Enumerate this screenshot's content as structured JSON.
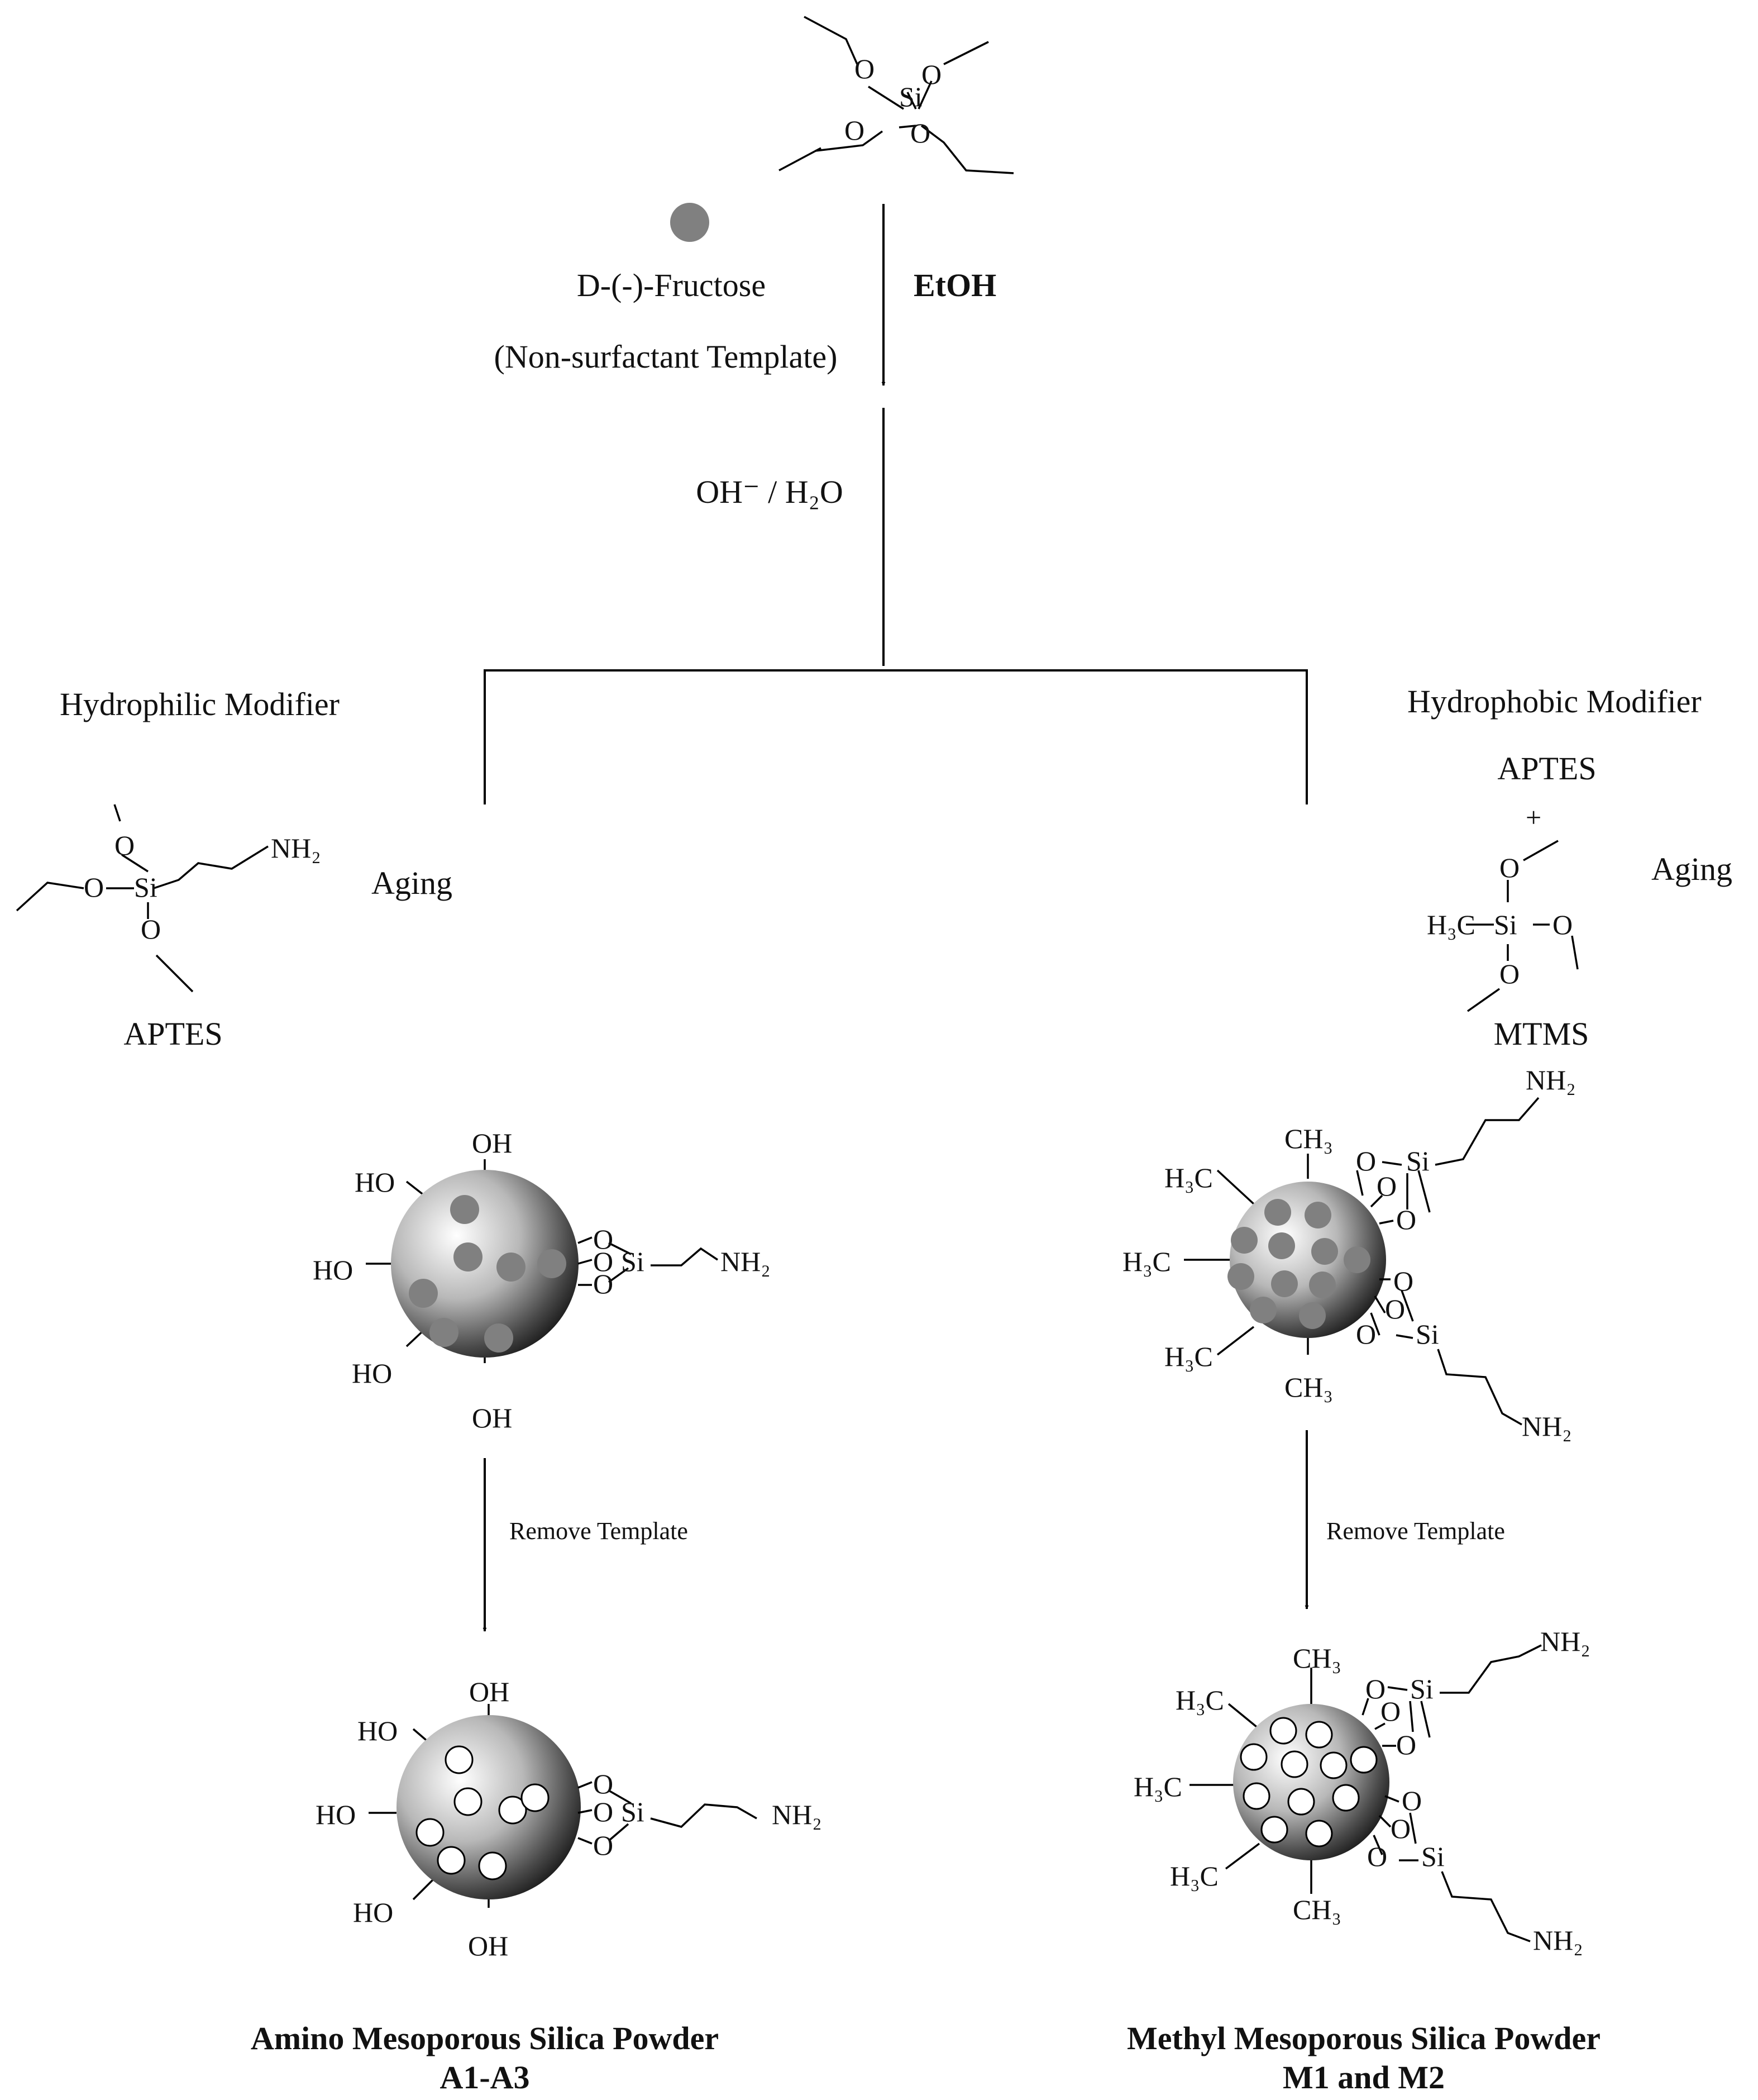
{
  "reagents": {
    "template_name": "D-(-)-Fructose",
    "template_note": "(Non-surfactant Template)",
    "solvent": "EtOH",
    "base": "OH⁻ / H₂O"
  },
  "left_branch": {
    "modifier_title": "Hydrophilic Modifier",
    "modifier_name": "APTES",
    "step": "Aging",
    "remove_step": "Remove Template",
    "product_title": "Amino Mesoporous Silica Powder",
    "product_code": "A1-A3"
  },
  "right_branch": {
    "modifier_title": "Hydrophobic Modifier",
    "modifier_name_1": "APTES",
    "plus": "+",
    "modifier_name_2": "MTMS",
    "step": "Aging",
    "remove_step": "Remove Template",
    "product_title": "Methyl Mesoporous Silica Powder",
    "product_code": "M1 and M2"
  },
  "atoms": {
    "si": "Si",
    "o": "O",
    "oh": "OH",
    "ho": "HO",
    "nh2": "NH₂",
    "ch3": "CH₃",
    "h3c": "H₃C"
  },
  "colors": {
    "template_particle": "#808080",
    "pore": "#ffffff",
    "sphere_light": "#ffffff",
    "sphere_dark": "#1a1a1a"
  }
}
